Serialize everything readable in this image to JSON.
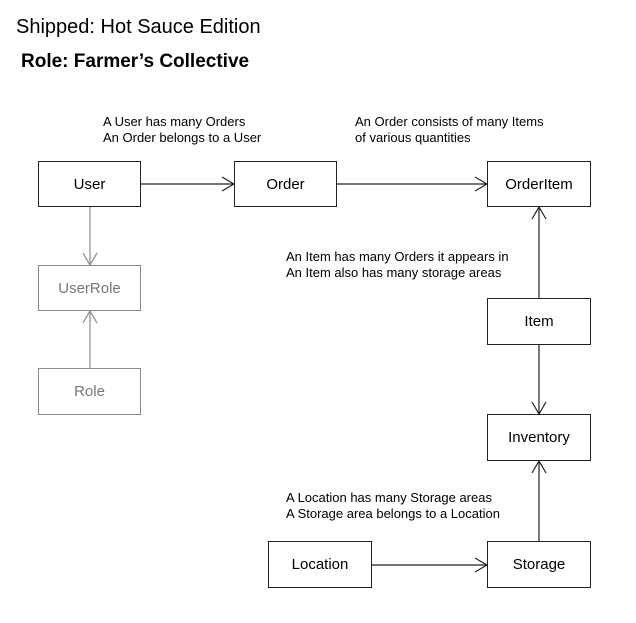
{
  "page": {
    "title": "Shipped: Hot Sauce Edition",
    "role_title": "Role: Farmer’s Collective"
  },
  "notes": {
    "user_order": [
      "A User has many Orders",
      "An Order belongs to a User"
    ],
    "order_items": [
      "An Order consists of many Items",
      "of various quantities"
    ],
    "item": [
      "An Item has many Orders it appears in",
      "An Item also has many storage areas"
    ],
    "location": [
      "A Location has many Storage areas",
      "A Storage area belongs to a Location"
    ]
  },
  "entities": {
    "user": "User",
    "order": "Order",
    "order_item": "OrderItem",
    "user_role": "UserRole",
    "role": "Role",
    "item": "Item",
    "inventory": "Inventory",
    "location": "Location",
    "storage": "Storage"
  },
  "colors": {
    "line": "#222222",
    "faded": "#8a8a8a"
  }
}
